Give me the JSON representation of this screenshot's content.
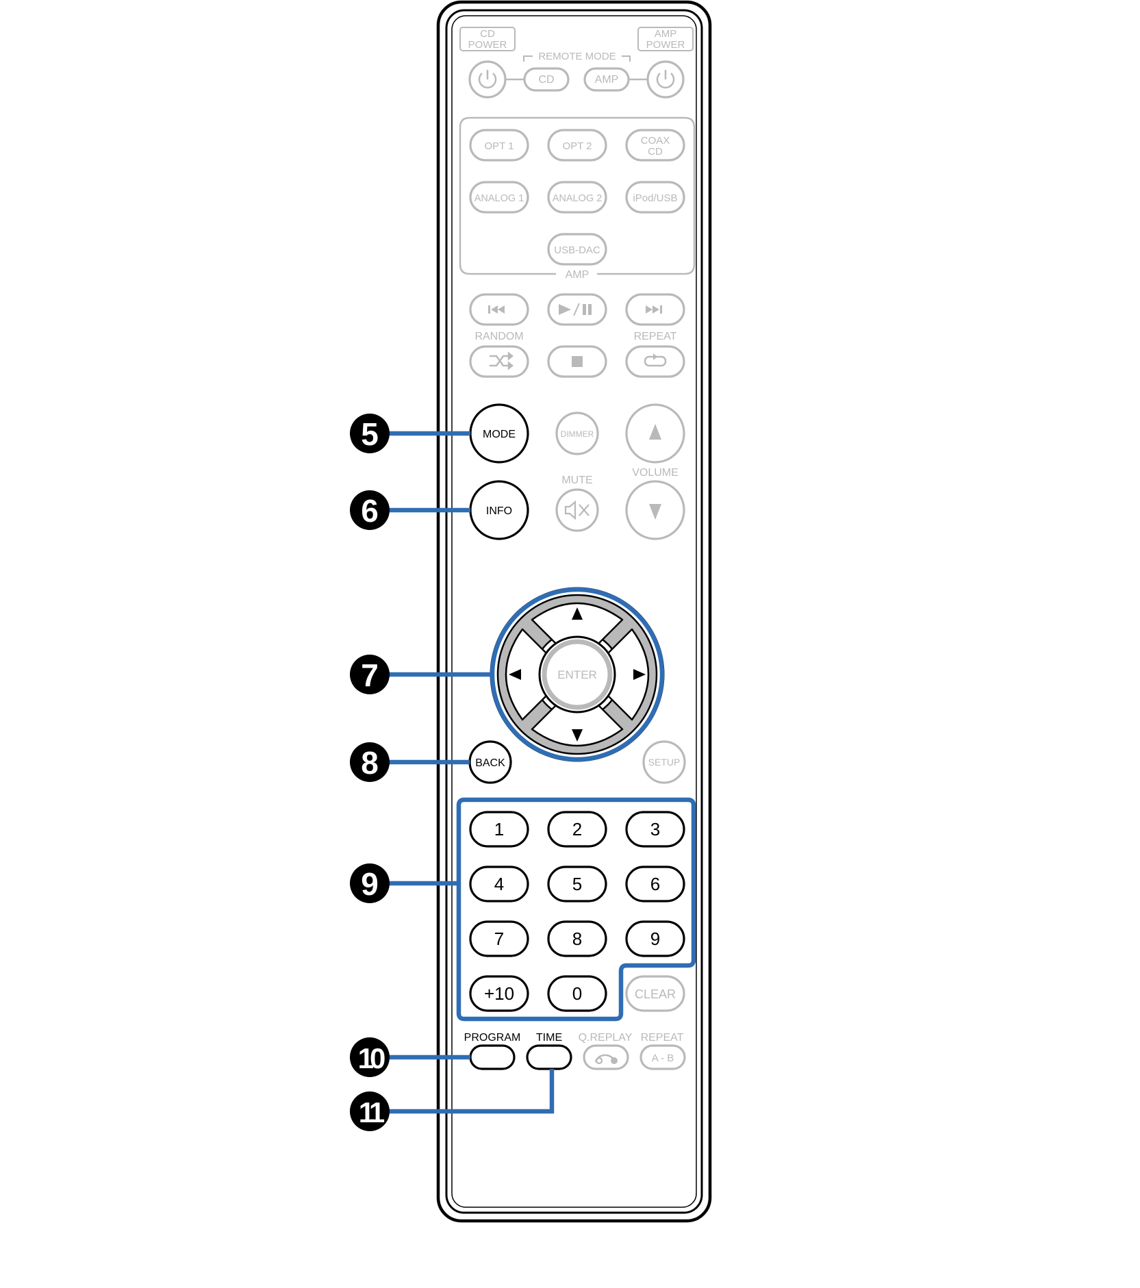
{
  "remote": {
    "top": {
      "cd_power": [
        "CD",
        "POWER"
      ],
      "amp_power": [
        "AMP",
        "POWER"
      ],
      "remote_mode": "REMOTE MODE",
      "cd": "CD",
      "amp": "AMP"
    },
    "inputs": {
      "row1": [
        "OPT 1",
        "OPT 2"
      ],
      "coax": [
        "COAX",
        "CD"
      ],
      "row2": [
        "ANALOG 1",
        "ANALOG 2",
        "iPod/USB"
      ],
      "usb_dac": "USB-DAC",
      "group_label": "AMP"
    },
    "transport": {
      "random": "RANDOM",
      "repeat": "REPEAT"
    },
    "mid": {
      "mode": "MODE",
      "info": "INFO",
      "dimmer": "DIMMER",
      "mute": "MUTE",
      "volume": "VOLUME"
    },
    "nav": {
      "enter": "ENTER",
      "back": "BACK",
      "setup": "SETUP"
    },
    "numpad": {
      "keys": [
        "1",
        "2",
        "3",
        "4",
        "5",
        "6",
        "7",
        "8",
        "9",
        "+10",
        "0"
      ],
      "clear": "CLEAR"
    },
    "bottom": {
      "program": "PROGRAM",
      "time": "TIME",
      "qreplay": "Q.REPLAY",
      "repeat_ab_label": "REPEAT",
      "repeat_ab_button": "A - B"
    }
  },
  "callouts": [
    "5",
    "6",
    "7",
    "8",
    "9",
    "10",
    "11"
  ],
  "colors": {
    "callout_line": "#2f6db4",
    "inactive_button": "#b9b9b9",
    "active_button": "#000000"
  }
}
